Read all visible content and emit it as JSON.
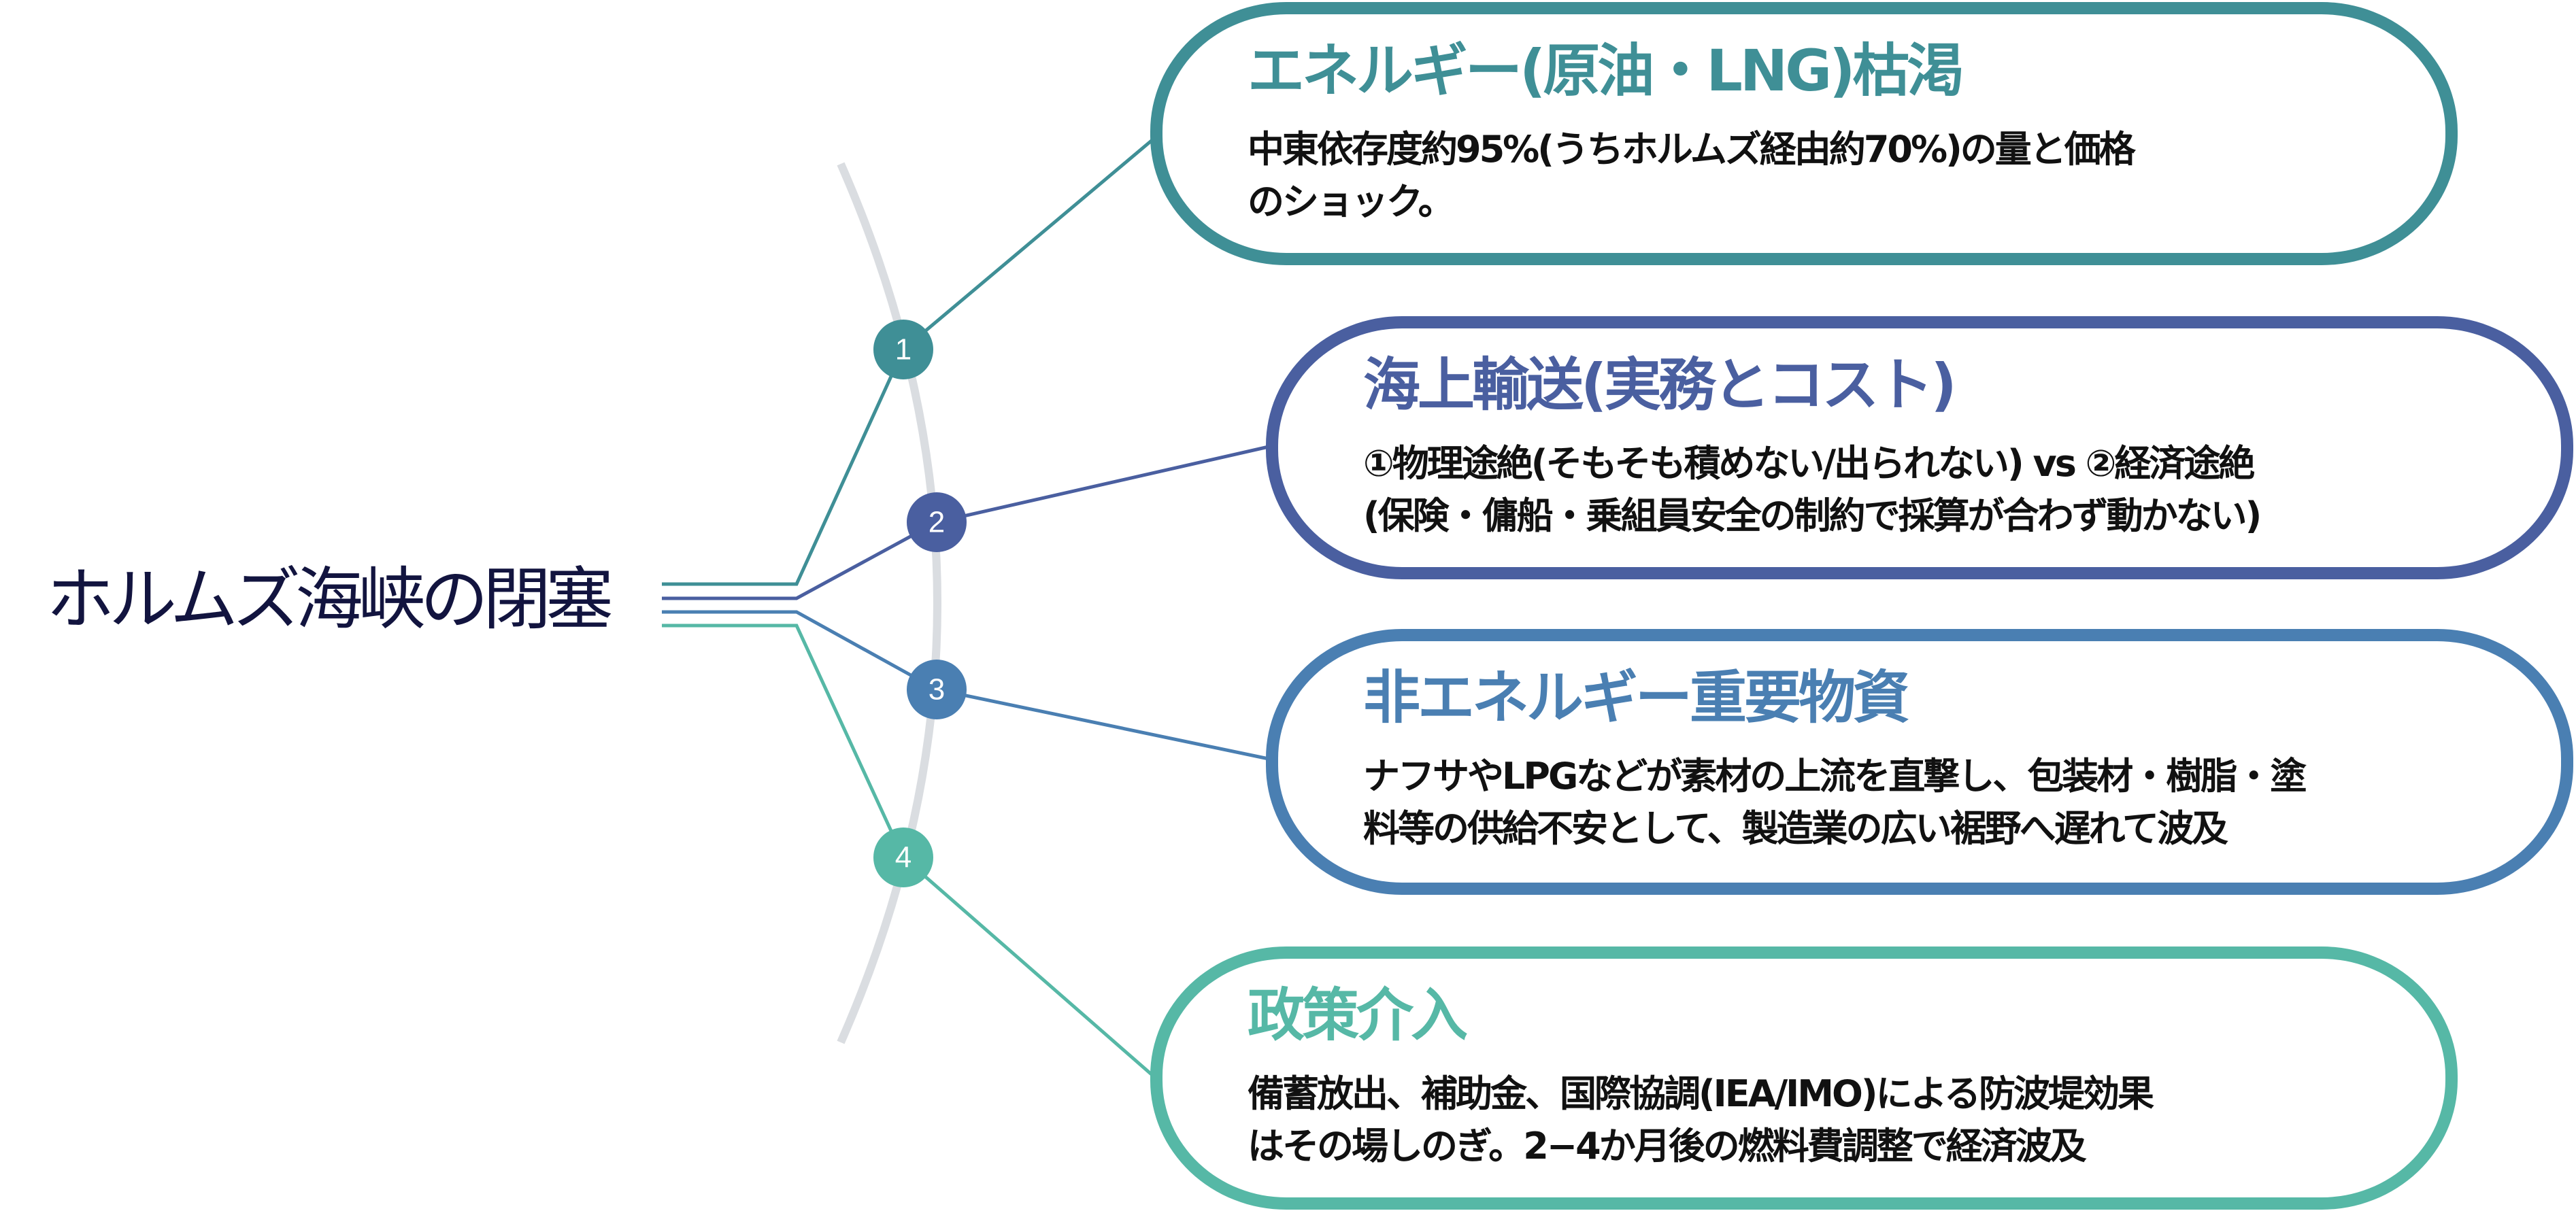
{
  "title": "ホルムズ海峡の閉塞",
  "colors": {
    "navy": "#12143f",
    "arc": "#dadde1",
    "item1": "#3f8f96",
    "item2": "#4a5fa0",
    "item3": "#4a7fb2",
    "item4": "#56b8a6"
  },
  "items": [
    {
      "number": "1",
      "title": "エネルギー(原油・LNG)枯渇",
      "lines": [
        "中東依存度約95%(うちホルムズ経由約70%)の量と価格",
        "のショック。"
      ]
    },
    {
      "number": "2",
      "title": "海上輸送(実務とコスト)",
      "lines": [
        "①物理途絶(そもそも積めない/出られない) vs ②経済途絶",
        "(保険・傭船・乗組員安全の制約で採算が合わず動かない)"
      ]
    },
    {
      "number": "3",
      "title": "非エネルギー重要物資",
      "lines": [
        "ナフサやLPGなどが素材の上流を直撃し、包装材・樹脂・塗",
        "料等の供給不安として、製造業の広い裾野へ遅れて波及"
      ]
    },
    {
      "number": "4",
      "title": "政策介入",
      "lines": [
        "備蓄放出、補助金、国際協調(IEA/IMO)による防波堤効果",
        "はその場しのぎ。2−4か月後の燃料費調整で経済波及"
      ]
    }
  ]
}
